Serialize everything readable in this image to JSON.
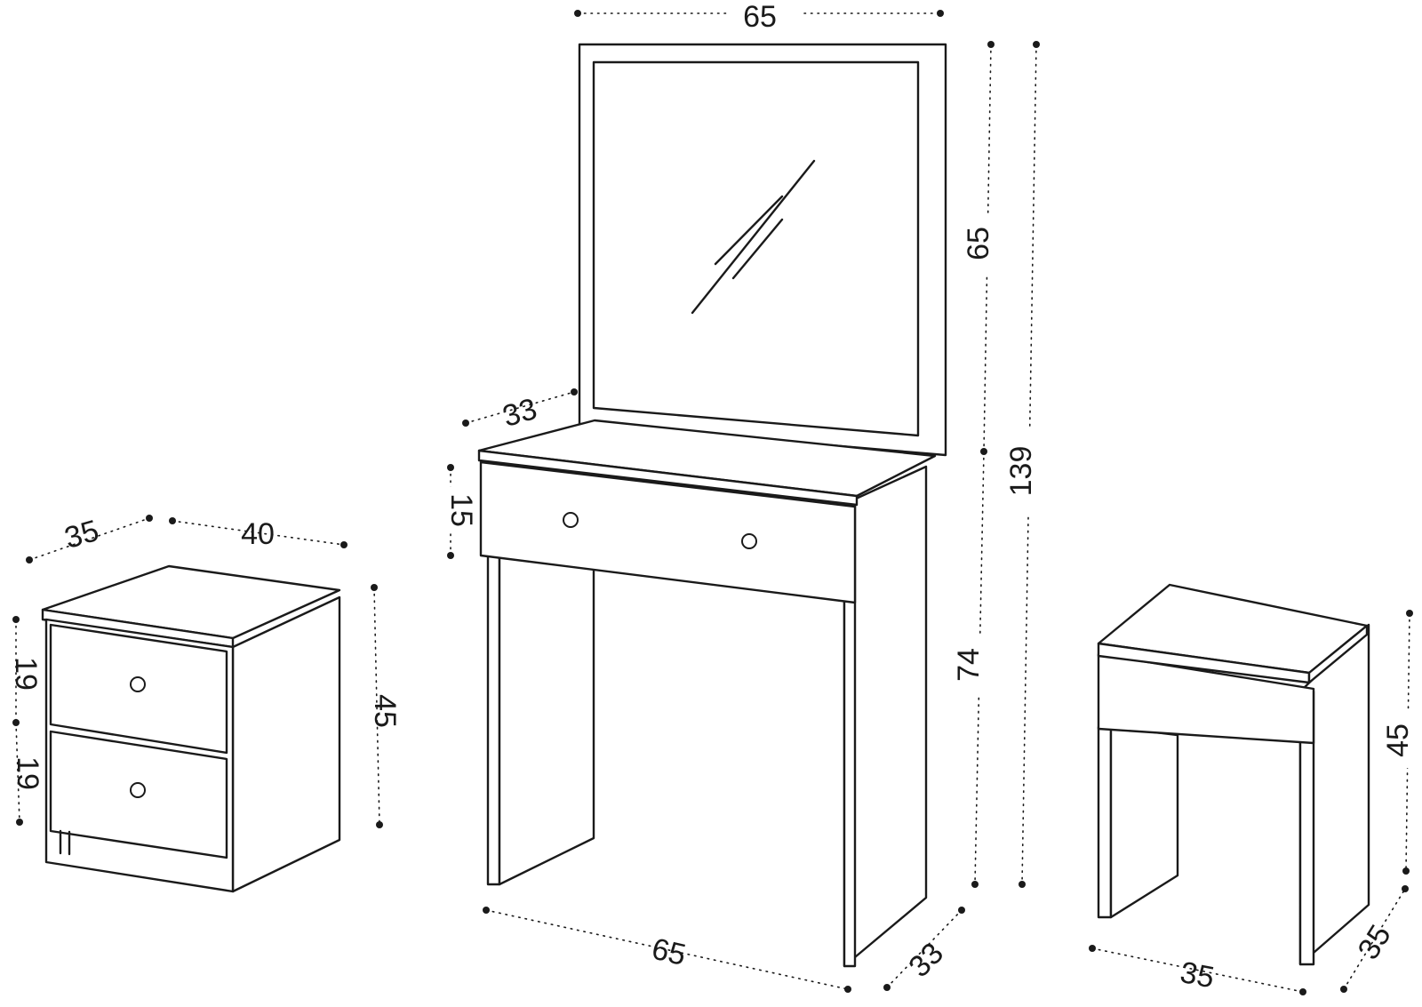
{
  "colors": {
    "line": "#1a1a1a",
    "background": "#ffffff"
  },
  "nightstand": {
    "depth": "35",
    "width": "40",
    "height": "45",
    "drawer_top_height": "19",
    "drawer_bottom_height": "19"
  },
  "vanity": {
    "mirror_width": "65",
    "mirror_height": "65",
    "total_height": "139",
    "table_height": "74",
    "mirror_depth": "33",
    "drawer_height": "15",
    "table_width": "65",
    "table_depth": "33"
  },
  "stool": {
    "height": "45",
    "width": "35",
    "depth": "35"
  }
}
